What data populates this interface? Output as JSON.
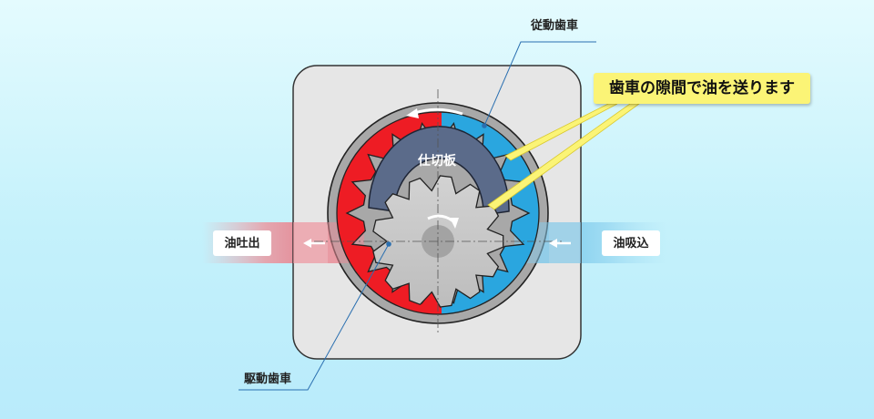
{
  "labels": {
    "driven_gear": "従動歯車",
    "drive_gear": "駆動歯車",
    "partition_plate": "仕切板",
    "oil_outlet": "油吐出",
    "oil_inlet": "油吸込",
    "callout": "歯車の隙間で油を送ります"
  },
  "colors": {
    "background_top": "#e4fbfe",
    "background_bottom": "#b9ebfb",
    "housing": "#e6e6e6",
    "casing": "#a8a8a8",
    "outlet_red": "#ee1c24",
    "inlet_blue": "#2aa6df",
    "partition": "#5b6b8a",
    "callout_yellow": "#fbf476"
  }
}
